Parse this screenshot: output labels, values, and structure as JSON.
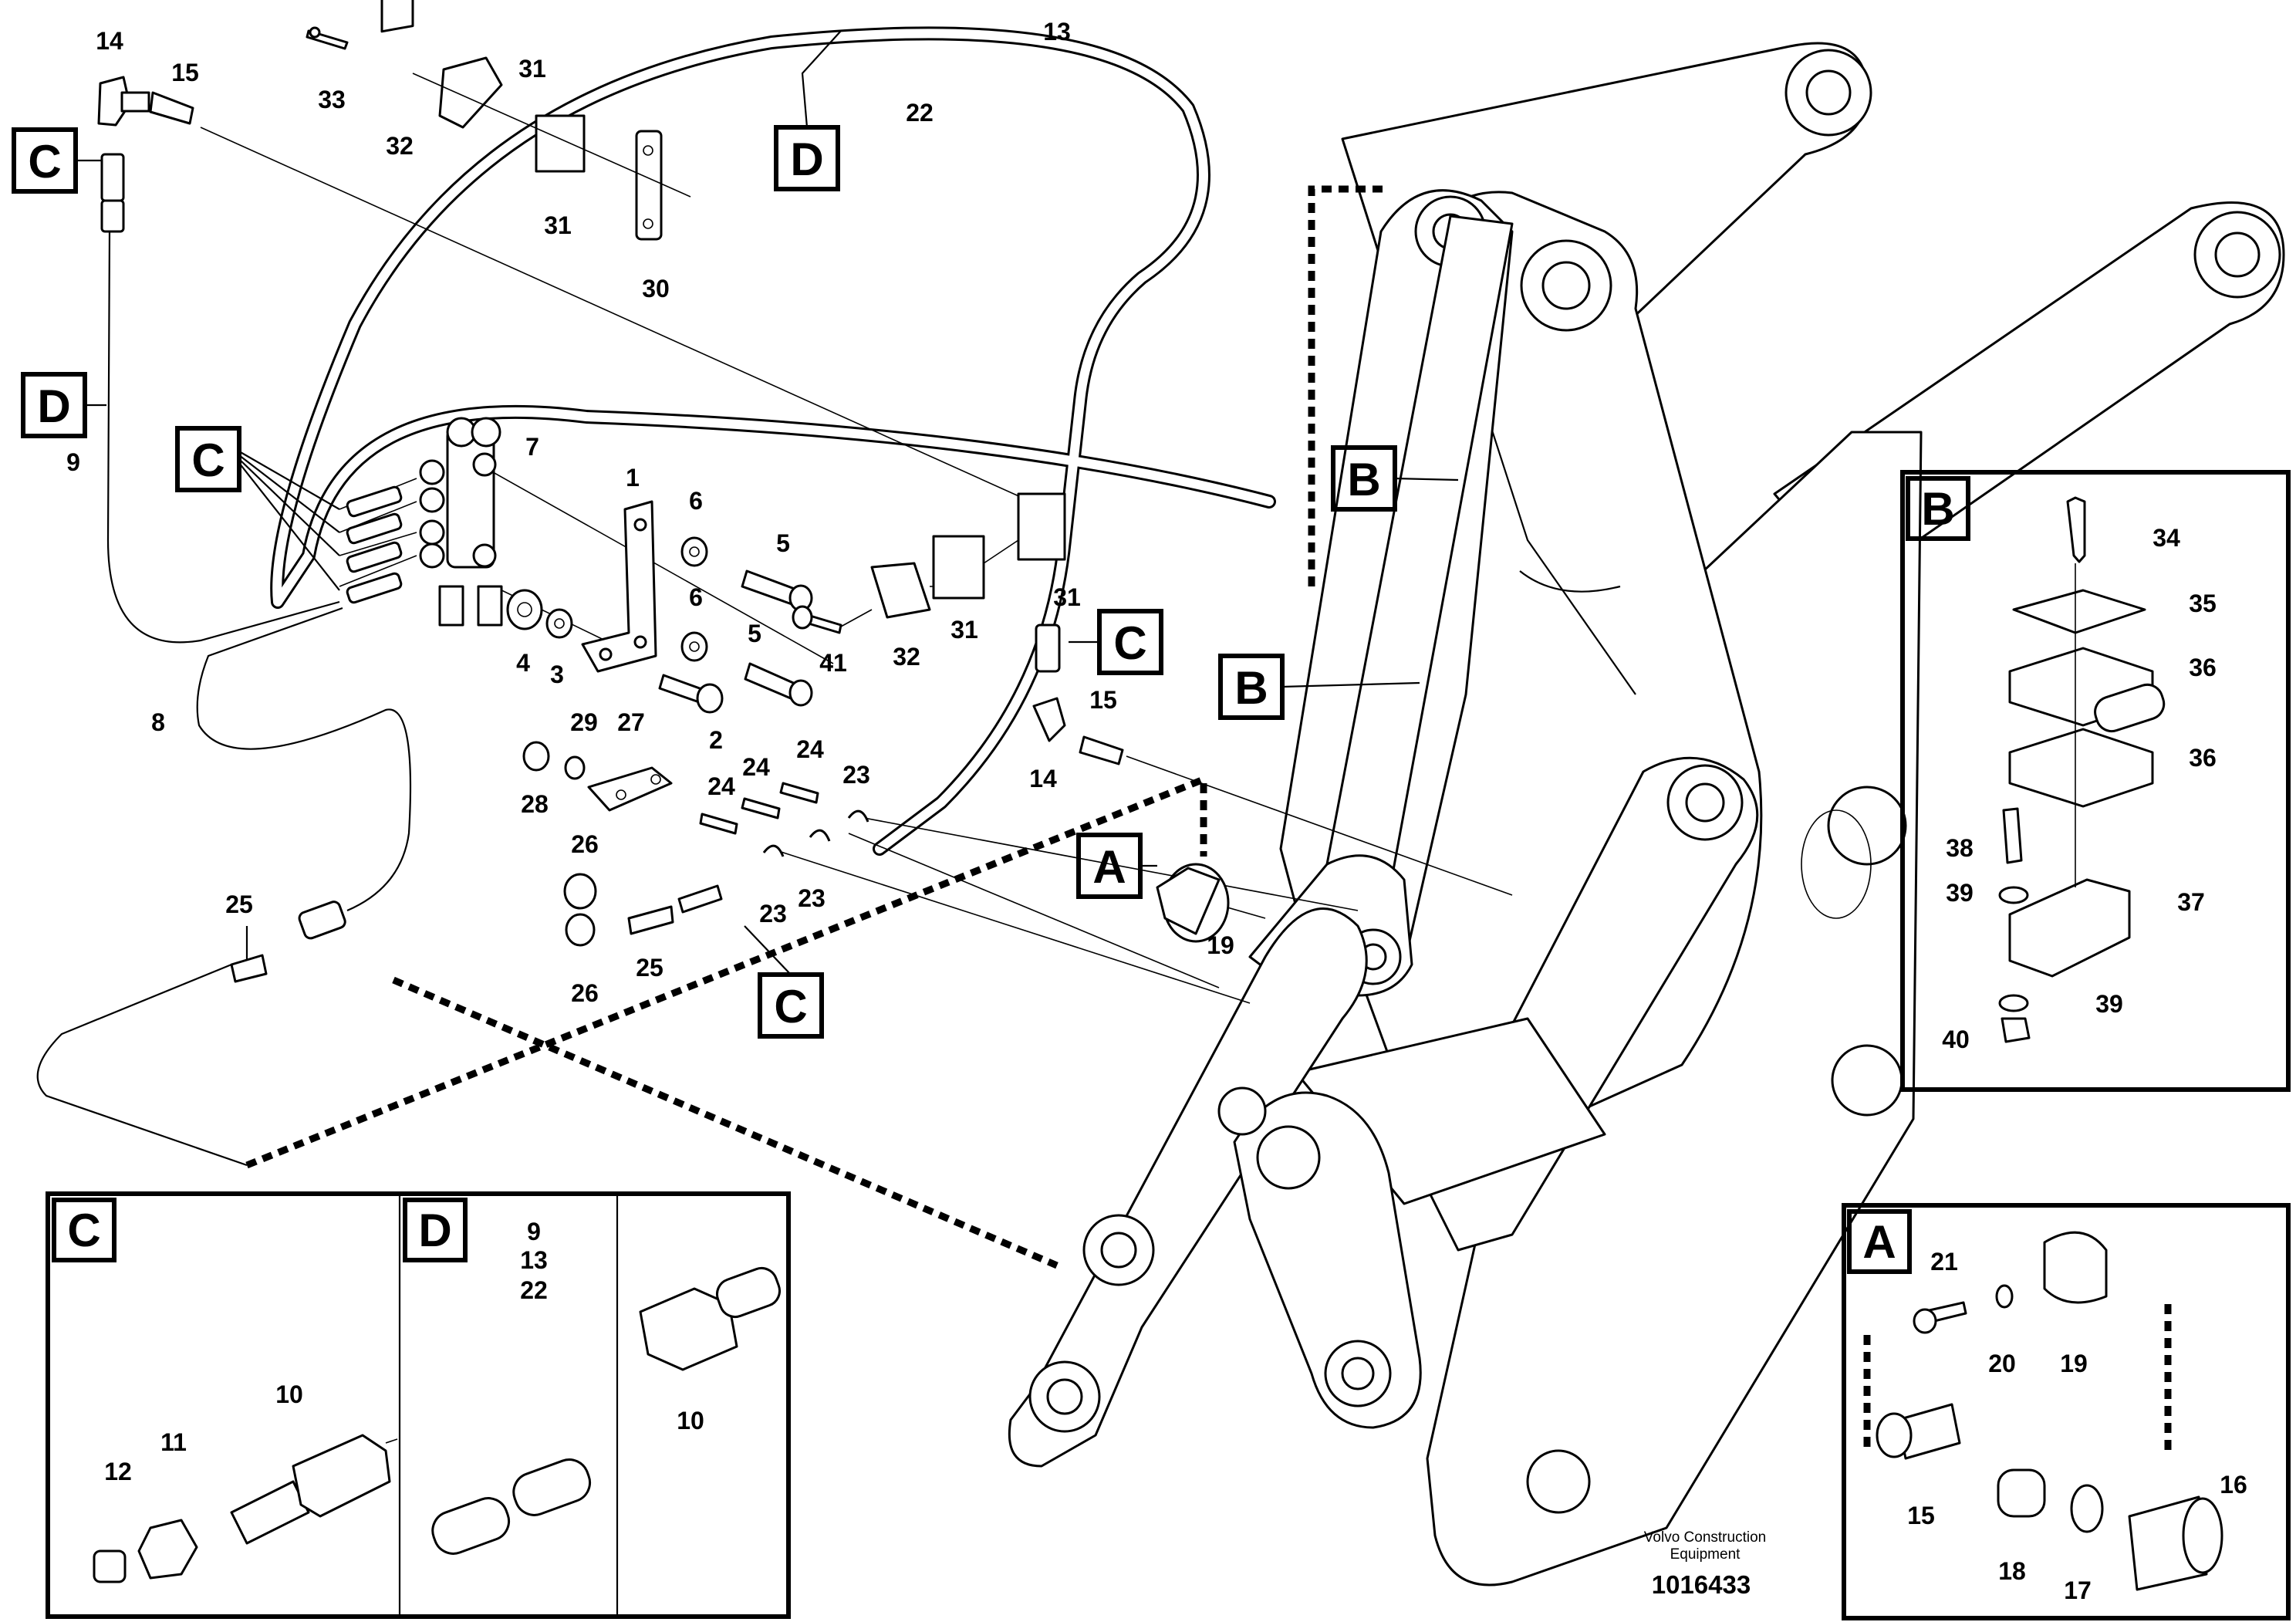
{
  "callouts": [
    {
      "id": "c14a",
      "text": "14"
    },
    {
      "id": "c15a",
      "text": "15"
    },
    {
      "id": "c33",
      "text": "33"
    },
    {
      "id": "c32a",
      "text": "32"
    },
    {
      "id": "c31a",
      "text": "31"
    },
    {
      "id": "c31b",
      "text": "31"
    },
    {
      "id": "c30",
      "text": "30"
    },
    {
      "id": "c13",
      "text": "13"
    },
    {
      "id": "c22a",
      "text": "22"
    },
    {
      "id": "c9a",
      "text": "9"
    },
    {
      "id": "c7",
      "text": "7"
    },
    {
      "id": "c1",
      "text": "1"
    },
    {
      "id": "c6a",
      "text": "6"
    },
    {
      "id": "c5a",
      "text": "5"
    },
    {
      "id": "c6b",
      "text": "6"
    },
    {
      "id": "c5b",
      "text": "5"
    },
    {
      "id": "c4",
      "text": "4"
    },
    {
      "id": "c3",
      "text": "3"
    },
    {
      "id": "c2",
      "text": "2"
    },
    {
      "id": "c41",
      "text": "41"
    },
    {
      "id": "c32b",
      "text": "32"
    },
    {
      "id": "c31c",
      "text": "31"
    },
    {
      "id": "c31d",
      "text": "31"
    },
    {
      "id": "c14b",
      "text": "14"
    },
    {
      "id": "c15b",
      "text": "15"
    },
    {
      "id": "c8",
      "text": "8"
    },
    {
      "id": "c29",
      "text": "29"
    },
    {
      "id": "c27",
      "text": "27"
    },
    {
      "id": "c28",
      "text": "28"
    },
    {
      "id": "c24a",
      "text": "24"
    },
    {
      "id": "c24b",
      "text": "24"
    },
    {
      "id": "c24c",
      "text": "24"
    },
    {
      "id": "c23a",
      "text": "23"
    },
    {
      "id": "c23b",
      "text": "23"
    },
    {
      "id": "c23c",
      "text": "23"
    },
    {
      "id": "c26a",
      "text": "26"
    },
    {
      "id": "c26b",
      "text": "26"
    },
    {
      "id": "c25a",
      "text": "25"
    },
    {
      "id": "c25b",
      "text": "25"
    },
    {
      "id": "c19a",
      "text": "19"
    },
    {
      "id": "c34",
      "text": "34"
    },
    {
      "id": "c35",
      "text": "35"
    },
    {
      "id": "c36a",
      "text": "36"
    },
    {
      "id": "c36b",
      "text": "36"
    },
    {
      "id": "c38",
      "text": "38"
    },
    {
      "id": "c39a",
      "text": "39"
    },
    {
      "id": "c37",
      "text": "37"
    },
    {
      "id": "c39b",
      "text": "39"
    },
    {
      "id": "c40",
      "text": "40"
    },
    {
      "id": "c10a",
      "text": "10"
    },
    {
      "id": "c11",
      "text": "11"
    },
    {
      "id": "c12",
      "text": "12"
    },
    {
      "id": "c9b",
      "text": "9"
    },
    {
      "id": "c13b",
      "text": "13"
    },
    {
      "id": "c22b",
      "text": "22"
    },
    {
      "id": "c10b",
      "text": "10"
    },
    {
      "id": "c21",
      "text": "21"
    },
    {
      "id": "c20",
      "text": "20"
    },
    {
      "id": "c19b",
      "text": "19"
    },
    {
      "id": "c16",
      "text": "16"
    },
    {
      "id": "c15c",
      "text": "15"
    },
    {
      "id": "c18",
      "text": "18"
    },
    {
      "id": "c17",
      "text": "17"
    }
  ],
  "detail_labels": [
    {
      "id": "lC1",
      "text": "C"
    },
    {
      "id": "lD1",
      "text": "D"
    },
    {
      "id": "lD2",
      "text": "D"
    },
    {
      "id": "lC2",
      "text": "C"
    },
    {
      "id": "lC3",
      "text": "C"
    },
    {
      "id": "lC4",
      "text": "C"
    },
    {
      "id": "lB1",
      "text": "B"
    },
    {
      "id": "lB2",
      "text": "B"
    },
    {
      "id": "lA1",
      "text": "A"
    }
  ],
  "panels": {
    "B": {
      "title": "B"
    },
    "A": {
      "title": "A"
    },
    "C": {
      "title": "C"
    },
    "D": {
      "title": "D"
    }
  },
  "credit": {
    "line1": "Volvo Construction",
    "line2": "Equipment"
  },
  "doc_number": "1016433"
}
